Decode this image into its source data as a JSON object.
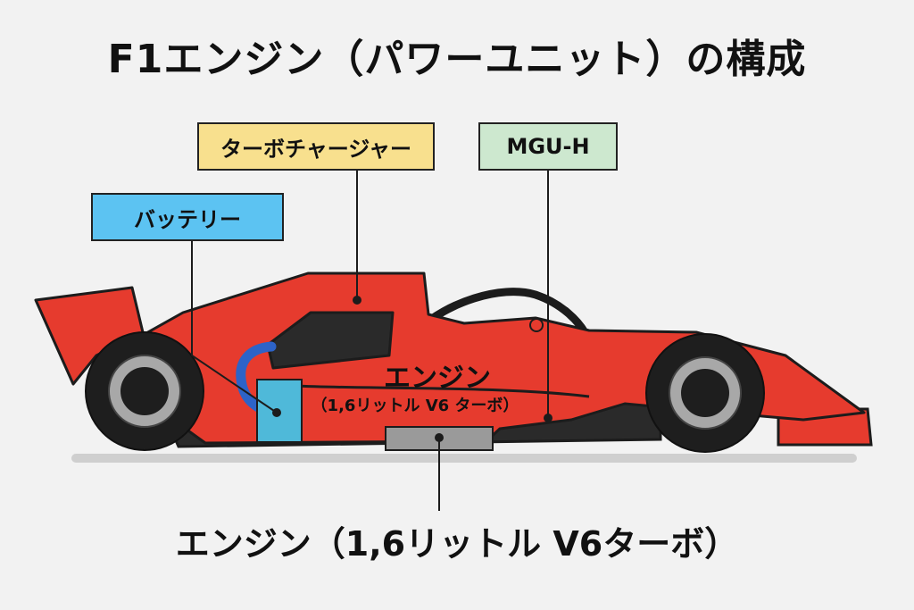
{
  "title": "F1エンジン（パワーユニット）の構成",
  "labels": {
    "turbocharger": "ターボチャージャー",
    "mgu_h": "MGU-H",
    "battery": "バッテリー"
  },
  "engine_on_car": {
    "main": "エンジン",
    "sub": "（1,6リットル V6 ターボ）"
  },
  "bottom_label": "エンジン（1,6リットル V6ターボ）",
  "colors": {
    "car_body": "#e63b2e",
    "car_dark": "#2a2a2a",
    "turbo_box": "#f8e08e",
    "mguh_box": "#cde8cf",
    "battery_box": "#5cc3f2",
    "battery_unit": "#4fb9d9",
    "cooling_pipe": "#2d63c8",
    "floor_unit": "#9a9a9a"
  }
}
